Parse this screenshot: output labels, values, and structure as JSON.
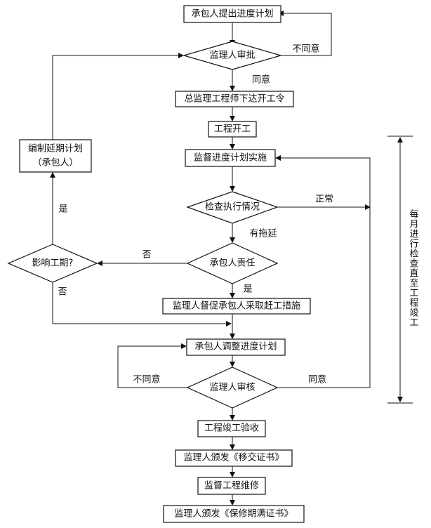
{
  "nodes": {
    "submit_plan": "承包人提出进度计划",
    "review_approve": "监理人审批",
    "start_order": "总监理工程师下达开工令",
    "start_work": "工程开工",
    "supervise": "监督进度计划实施",
    "check_exec": "检查执行情况",
    "contractor_resp": "承包人责任",
    "affect_period": "影响工期?",
    "extension_plan_line1": "编制延期计划",
    "extension_plan_line2": "（承包人）",
    "urge_measures": "监理人督促承包人采取赶工措施",
    "adjust_plan": "承包人调整进度计划",
    "review_check": "监理人审核",
    "acceptance": "工程竣工验收",
    "handover_cert": "监理人颁发《移交证书》",
    "supervise_repair": "监督工程维修",
    "warranty_cert": "监理人颁发《保修期满证书》"
  },
  "labels": {
    "disagree_1": "不同意",
    "agree_1": "同意",
    "normal": "正常",
    "delay": "有拖延",
    "no_1": "否",
    "yes_1": "是",
    "yes_2": "是",
    "no_2": "否",
    "disagree_2": "不同意",
    "agree_2": "同意"
  },
  "side_note": "每月进行检查直至工程竣工"
}
